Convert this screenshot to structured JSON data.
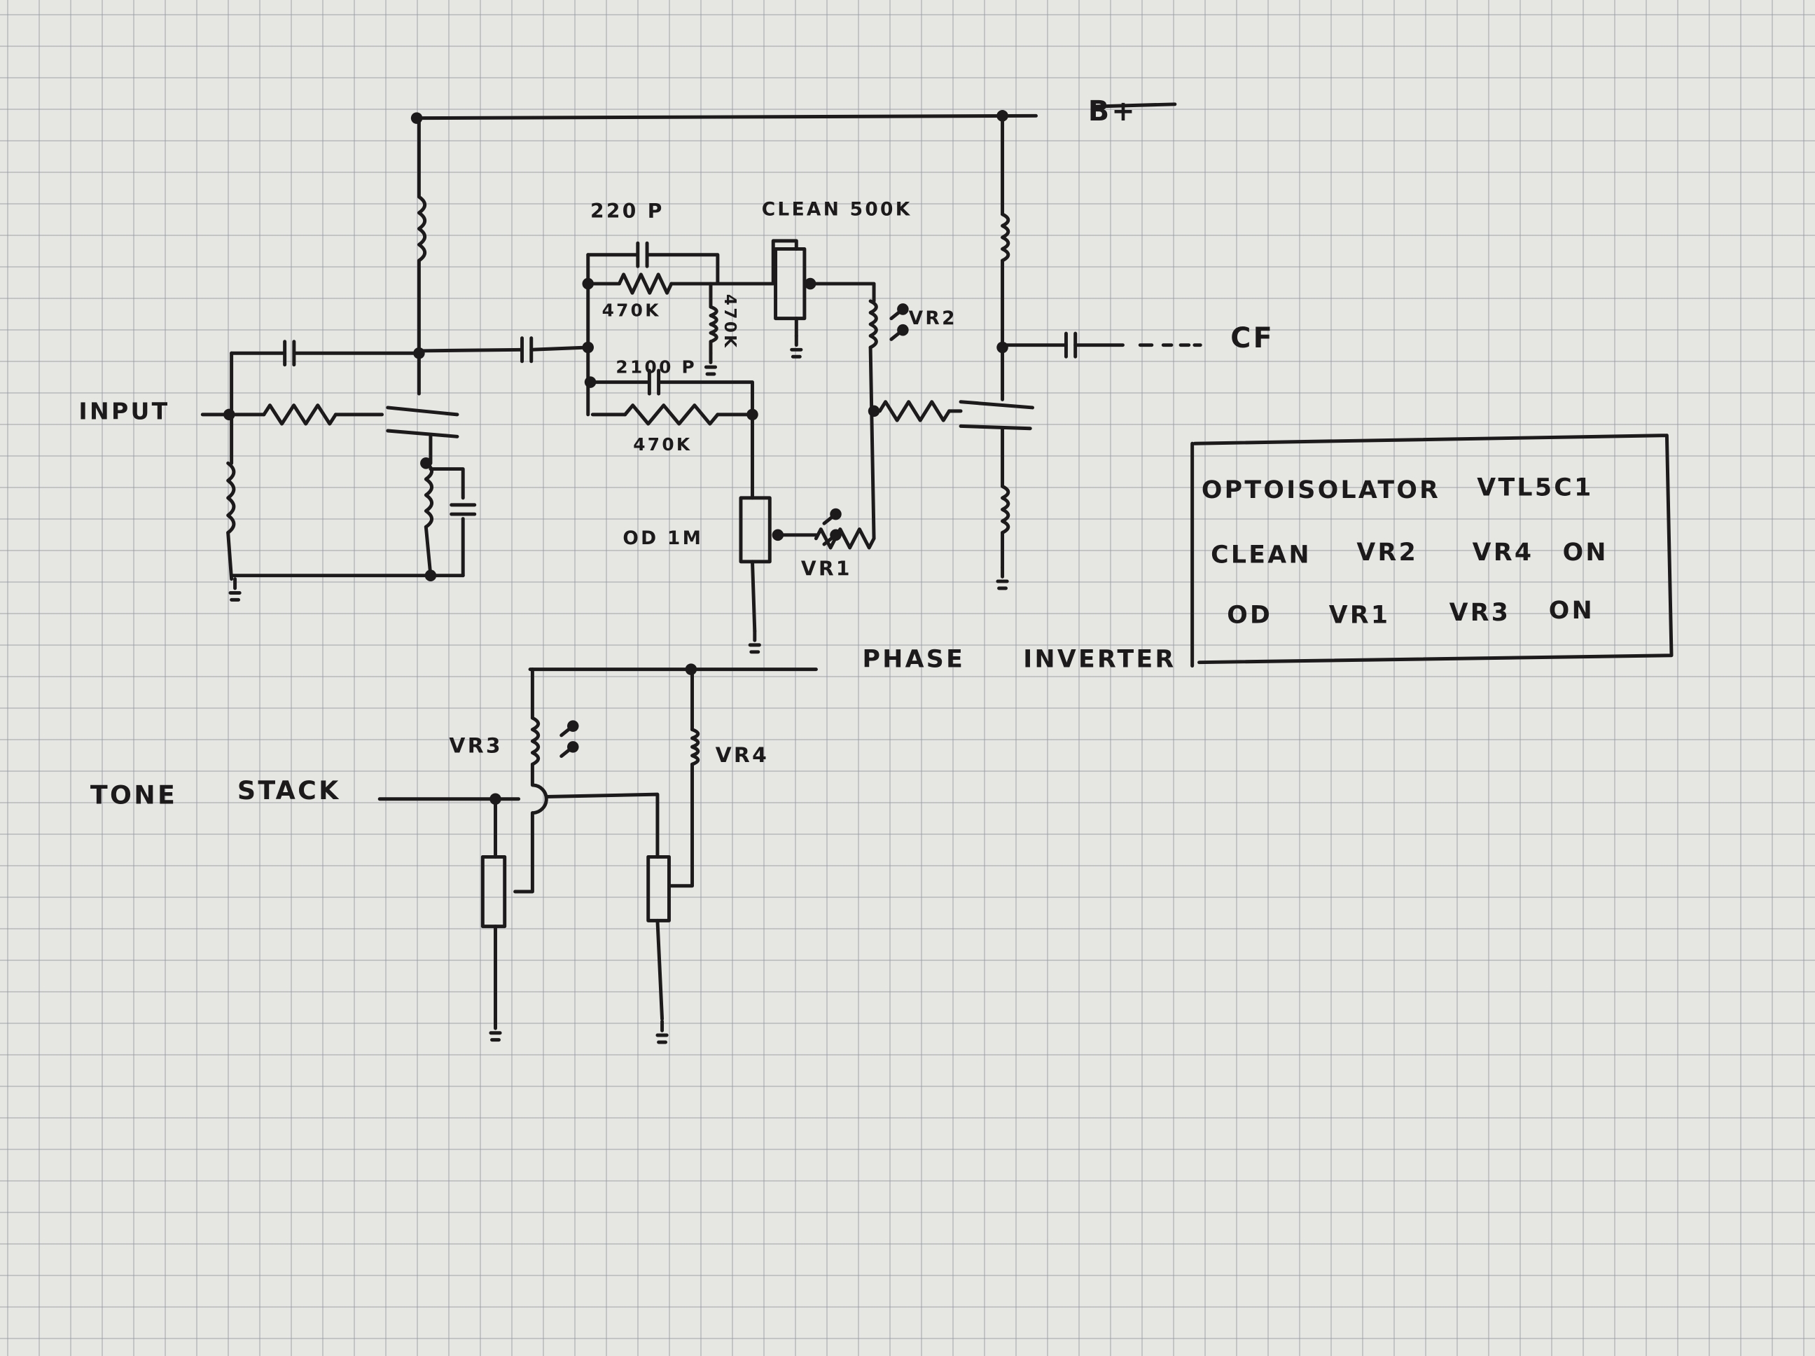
{
  "labels": {
    "b_plus": "B+",
    "cap_220p": "220 P",
    "clean_pot": "CLEAN 500K",
    "res_470k_top": "470K",
    "res_470k_vertical": "470K",
    "cap_2100p": "2100 P",
    "res_470k_bottom": "470K",
    "vr2": "VR2",
    "cf": "CF",
    "input": "INPUT",
    "od_pot": "OD 1M",
    "vr1": "VR1",
    "phase": "PHASE",
    "inverter": "INVERTER",
    "vr3": "VR3",
    "vr4": "VR4",
    "tone": "TONE",
    "stack": "STACK"
  },
  "legend_table": {
    "rows": [
      [
        "OPTOISOLATOR",
        "VTL5C1"
      ],
      [
        "CLEAN",
        "VR2",
        "VR4",
        "ON"
      ],
      [
        "OD",
        "VR1",
        "VR3",
        "ON"
      ]
    ]
  },
  "colors": {
    "ink": "#1c1a1a",
    "paper": "#e6e6e2",
    "grid": "#969ba5"
  }
}
